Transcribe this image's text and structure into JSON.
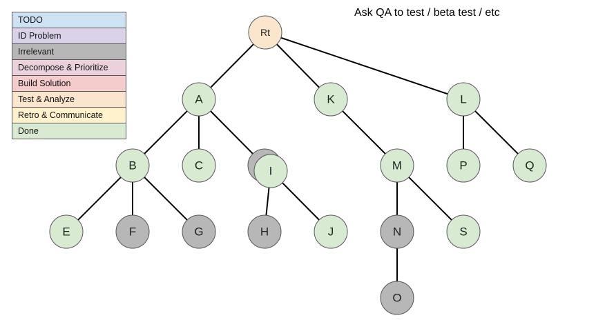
{
  "legend": {
    "items": [
      {
        "label": "TODO",
        "color": "#cfe2f3"
      },
      {
        "label": "ID Problem",
        "color": "#d9d2e9"
      },
      {
        "label": "Irrelevant",
        "color": "#b7b7b7"
      },
      {
        "label": "Decompose & Prioritize",
        "color": "#ead1dc"
      },
      {
        "label": "Build Solution",
        "color": "#f4cccc"
      },
      {
        "label": "Test & Analyze",
        "color": "#fce5cd"
      },
      {
        "label": "Retro & Communicate",
        "color": "#fff2cc"
      },
      {
        "label": "Done",
        "color": "#d9ead3"
      }
    ]
  },
  "caption": "Ask QA to test / beta test / etc",
  "tree": {
    "nodes": [
      {
        "id": "Rt",
        "label": "Rt",
        "status": "Test & Analyze"
      },
      {
        "id": "A",
        "label": "A",
        "status": "Done"
      },
      {
        "id": "K",
        "label": "K",
        "status": "Done"
      },
      {
        "id": "L",
        "label": "L",
        "status": "Done"
      },
      {
        "id": "B",
        "label": "B",
        "status": "Done"
      },
      {
        "id": "C",
        "label": "C",
        "status": "Done"
      },
      {
        "id": "D",
        "label": "",
        "status": "Irrelevant"
      },
      {
        "id": "I",
        "label": "I",
        "status": "Done"
      },
      {
        "id": "M",
        "label": "M",
        "status": "Done"
      },
      {
        "id": "P",
        "label": "P",
        "status": "Done"
      },
      {
        "id": "Q",
        "label": "Q",
        "status": "Done"
      },
      {
        "id": "E",
        "label": "E",
        "status": "Done"
      },
      {
        "id": "F",
        "label": "F",
        "status": "Irrelevant"
      },
      {
        "id": "G",
        "label": "G",
        "status": "Irrelevant"
      },
      {
        "id": "H",
        "label": "H",
        "status": "Irrelevant"
      },
      {
        "id": "J",
        "label": "J",
        "status": "Done"
      },
      {
        "id": "N",
        "label": "N",
        "status": "Irrelevant"
      },
      {
        "id": "S",
        "label": "S",
        "status": "Done"
      },
      {
        "id": "O",
        "label": "O",
        "status": "Irrelevant"
      }
    ],
    "edges": [
      [
        "Rt",
        "A"
      ],
      [
        "Rt",
        "K"
      ],
      [
        "Rt",
        "L"
      ],
      [
        "A",
        "B"
      ],
      [
        "A",
        "C"
      ],
      [
        "A",
        "D"
      ],
      [
        "B",
        "E"
      ],
      [
        "B",
        "F"
      ],
      [
        "B",
        "G"
      ],
      [
        "I",
        "H"
      ],
      [
        "I",
        "J"
      ],
      [
        "K",
        "M"
      ],
      [
        "M",
        "N"
      ],
      [
        "M",
        "S"
      ],
      [
        "N",
        "O"
      ],
      [
        "L",
        "P"
      ],
      [
        "L",
        "Q"
      ]
    ]
  }
}
